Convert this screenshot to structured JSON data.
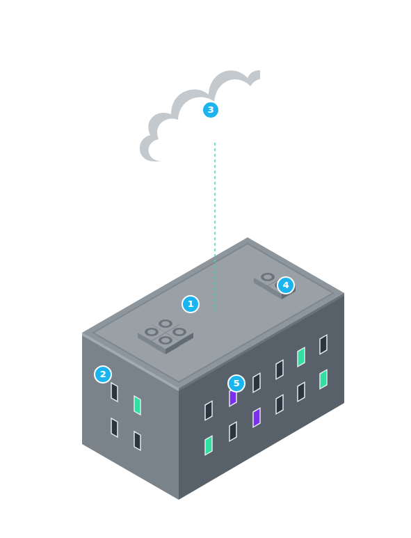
{
  "diagram": {
    "labels": [
      "3",
      "4",
      "1",
      "2",
      "5"
    ]
  }
}
